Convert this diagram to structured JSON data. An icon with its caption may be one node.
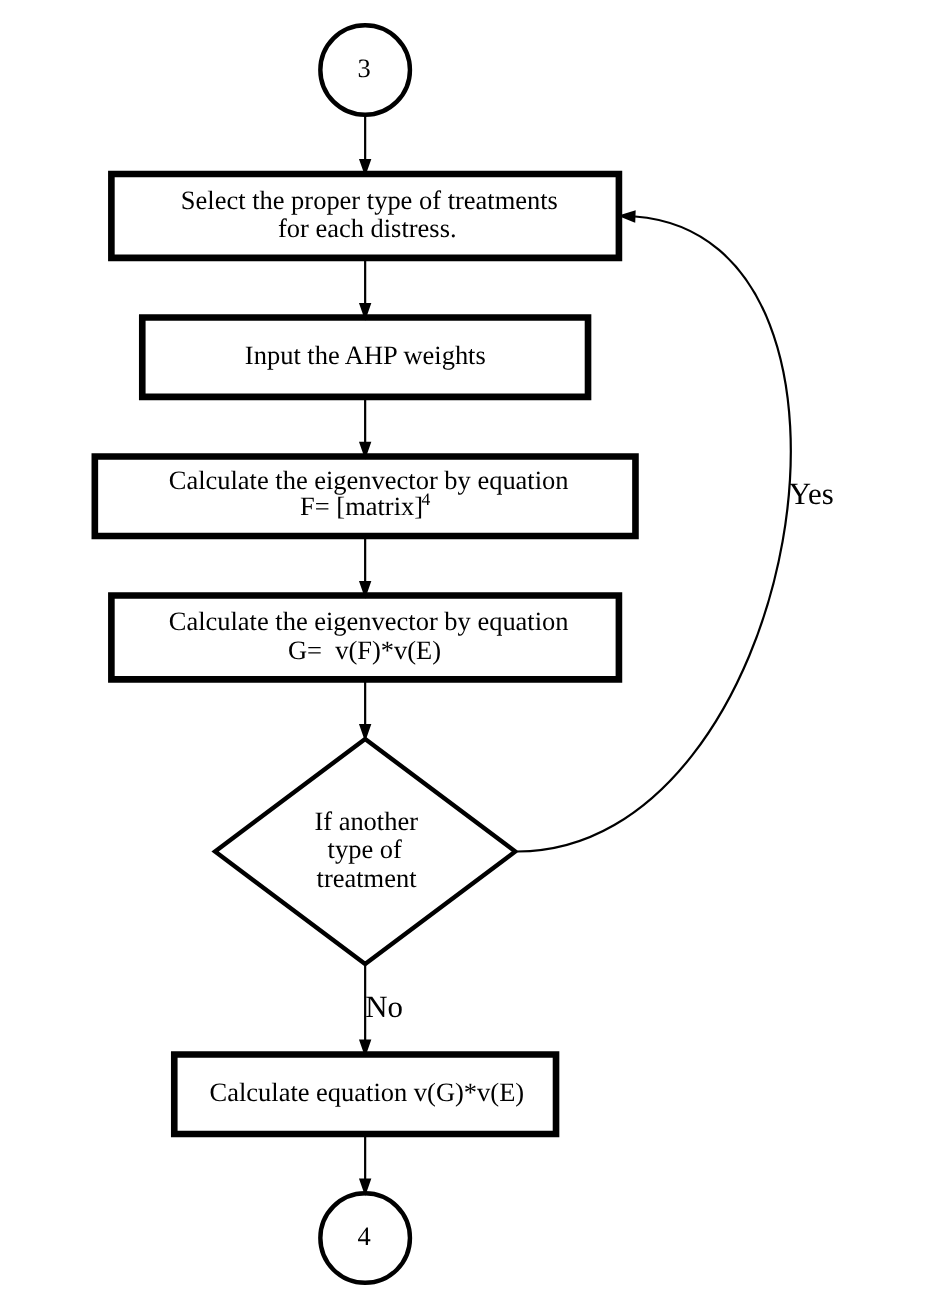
{
  "diagram": {
    "nodes": [
      {
        "text": [
          "3"
        ]
      },
      {
        "text": [
          "Select the proper type of treatments for each distress."
        ]
      },
      {
        "text": [
          "Input the AHP weights"
        ]
      },
      {
        "text": [
          "Calculate the eigenvector by equation",
          "F= [matrix]$^{4}$"
        ]
      },
      {
        "text": [
          "Calculate the eigenvector by equation",
          "G=  v(F)*v(E)"
        ]
      },
      {
        "text": [
          "If another type of treatment"
        ]
      },
      {
        "text": [
          "Calculate equation v(G)*v(E)"
        ]
      },
      {
        "text": [
          "4"
        ]
      }
    ],
    "edges": [
      {
        "from": 0,
        "to": 1,
        "arrow": "to"
      },
      {
        "from": 1,
        "to": 2,
        "arrow": "to"
      },
      {
        "from": 2,
        "to": 3,
        "arrow": "to"
      },
      {
        "from": 3,
        "to": 4,
        "arrow": "to"
      },
      {
        "from": 4,
        "to": 5,
        "arrow": "to"
      },
      {
        "from": 5,
        "to": 1,
        "arrow": "to",
        "label": "Yes"
      },
      {
        "from": 5,
        "to": 6,
        "arrow": "to",
        "label": "No"
      },
      {
        "from": 6,
        "to": 7,
        "arrow": "to"
      }
    ]
  }
}
